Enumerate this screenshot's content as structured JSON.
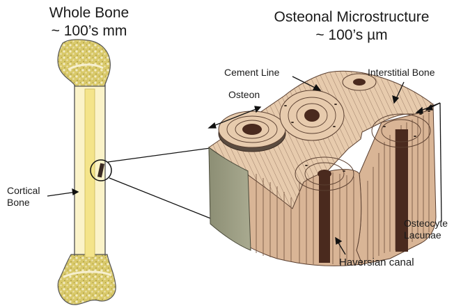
{
  "whole_bone": {
    "title": "Whole Bone",
    "scale": "~ 100’s mm"
  },
  "micro": {
    "title": "Osteonal Microstructure",
    "scale": "~ 100’s µm"
  },
  "labels": {
    "cortical_line1": "Cortical",
    "cortical_line2": "Bone",
    "cement_line": "Cement Line",
    "interstitial": "Interstitial Bone",
    "osteon": "Osteon",
    "osteocyte_line1": "Osteocyte",
    "osteocyte_line2": "Lacunae",
    "haversian": "Haversian canal"
  },
  "colors": {
    "spongy_bone": "#d9c96a",
    "marrow_canal": "#f4e48a",
    "cortical_shaft": "#fbf3c9",
    "lamellae": "#e8cdb0",
    "canal": "#4a2a1e",
    "block_front": "#9fa086"
  }
}
